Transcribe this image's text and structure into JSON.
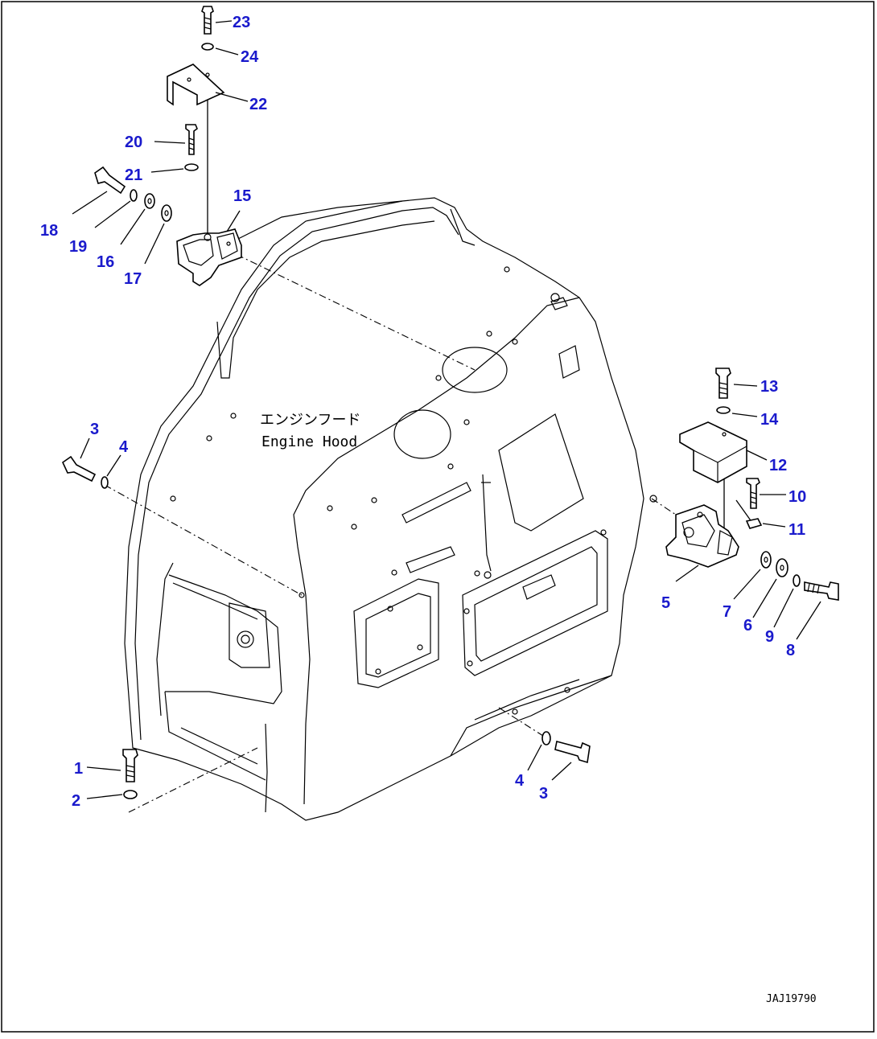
{
  "drawing_code": "JAJ19790",
  "hood_label_jp": "エンジンフード",
  "hood_label_en": "Engine Hood",
  "callouts": {
    "c1": "1",
    "c2": "2",
    "c3a": "3",
    "c3b": "3",
    "c4a": "4",
    "c4b": "4",
    "c5": "5",
    "c6": "6",
    "c7": "7",
    "c8": "8",
    "c9": "9",
    "c10": "10",
    "c11": "11",
    "c12": "12",
    "c13": "13",
    "c14": "14",
    "c15": "15",
    "c16": "16",
    "c17": "17",
    "c18": "18",
    "c19": "19",
    "c20": "20",
    "c21": "21",
    "c22": "22",
    "c23": "23",
    "c24": "24"
  },
  "colors": {
    "callout": "#1a1acc",
    "line": "#000000",
    "background": "#ffffff"
  }
}
